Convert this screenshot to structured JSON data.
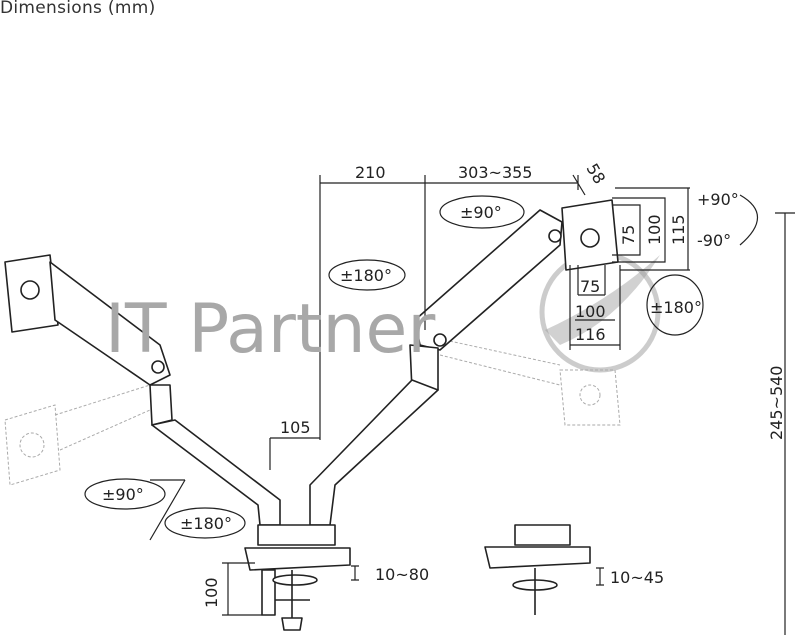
{
  "title": "Dimensions (mm)",
  "watermark": "IT Partner",
  "dimensions": {
    "arm_offset": "210",
    "arm_reach": "303~355",
    "plate_depth": "58",
    "height_range": "245~540",
    "pole_spacing": "105",
    "clamp_height": "100",
    "desk_clamp_range": "10~80",
    "grommet_range": "10~45",
    "vesa_vertical": [
      "75",
      "100",
      "115"
    ],
    "vesa_horizontal": [
      "75",
      "100",
      "116"
    ]
  },
  "rotations": {
    "tilt_up": "+90°",
    "tilt_down": "-90°",
    "swivel_head": "±90°",
    "rotate_head": "±180°",
    "swivel_elbow": "±180°",
    "swivel_left": "±90°",
    "swivel_base": "±180°"
  }
}
